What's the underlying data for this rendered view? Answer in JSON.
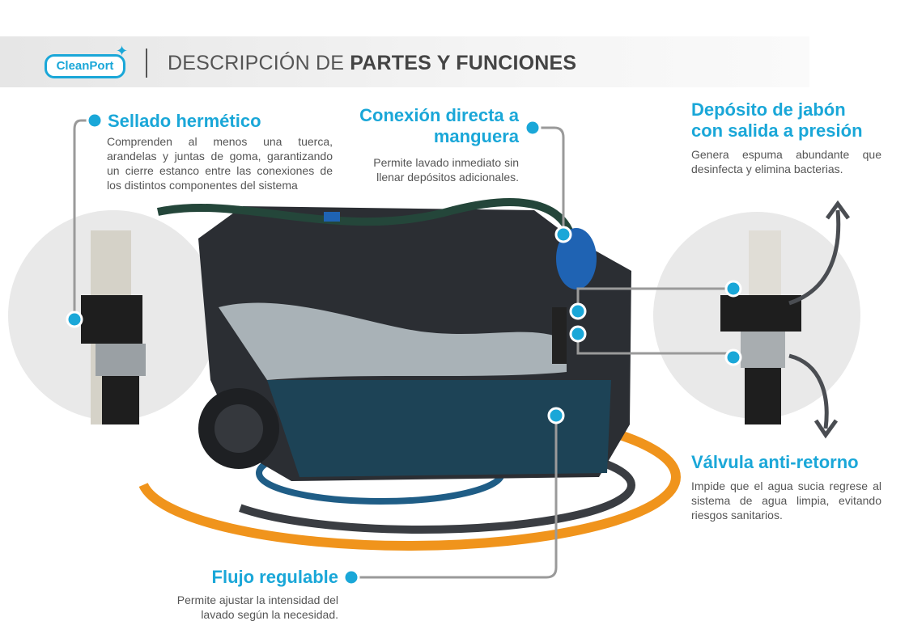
{
  "header": {
    "logo_text": "CleanPort",
    "title_light": "DESCRIPCIÓN DE ",
    "title_bold": "PARTES Y FUNCIONES"
  },
  "callouts": {
    "sellado": {
      "title": "Sellado hermético",
      "body": "Comprenden al menos una tuerca, arandelas y juntas de goma, garantizando un cierre estanco entre las conexiones de los distintos componentes del sistema"
    },
    "conexion": {
      "title_1": "Conexión directa a",
      "title_2": "manguera",
      "body_1": "Permite lavado inmediato sin",
      "body_2": "llenar depósitos adicionales."
    },
    "deposito": {
      "title_1": "Depósito de jabón",
      "title_2": "con salida a presión",
      "body": "Genera espuma abundante que desinfecta y elimina bacterias."
    },
    "valvula": {
      "title": "Válvula anti-retorno",
      "body": "Impide que el agua sucia regrese al sistema de agua limpia, evitando riesgos sanitarios."
    },
    "flujo": {
      "title": "Flujo regulable",
      "body_1": "Permite ajustar la intensidad del",
      "body_2": "lavado según la necesidad."
    }
  },
  "colors": {
    "accent": "#1aa7d8",
    "orange": "#f0941c",
    "dark": "#2b2e33"
  }
}
